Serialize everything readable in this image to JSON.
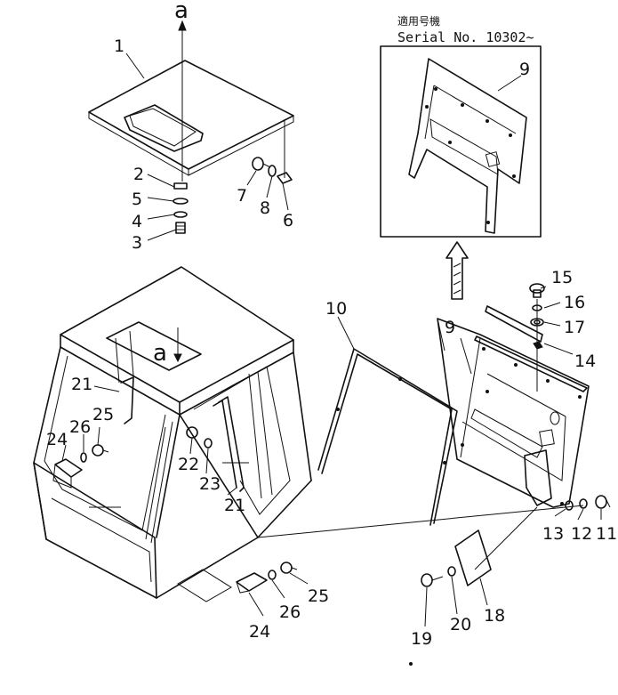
{
  "inset": {
    "header_jp": "適用号機",
    "serial": "Serial No. 10302~"
  },
  "view_label": "a",
  "callouts": [
    "1",
    "2",
    "3",
    "4",
    "5",
    "6",
    "7",
    "8",
    "9",
    "9",
    "10",
    "11",
    "12",
    "13",
    "14",
    "15",
    "16",
    "17",
    "18",
    "19",
    "20",
    "21",
    "21",
    "22",
    "23",
    "24",
    "24",
    "25",
    "25",
    "26",
    "26"
  ]
}
